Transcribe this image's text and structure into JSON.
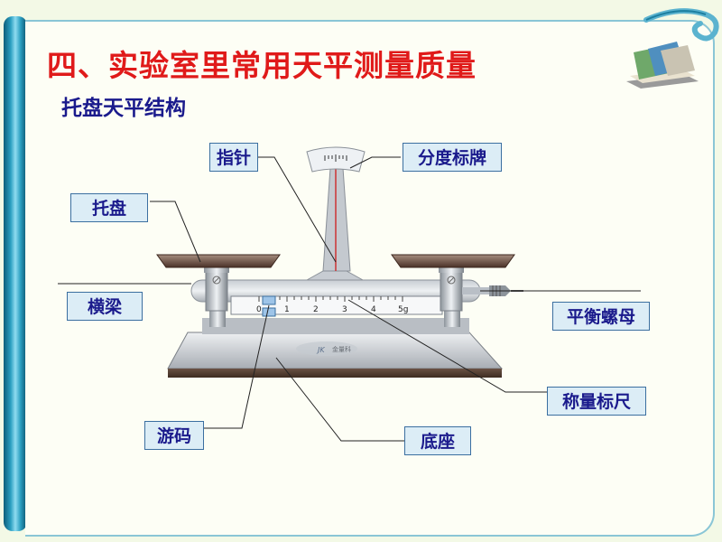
{
  "title": "四、实验室里常用天平测量质量",
  "subtitle": "托盘天平结构",
  "labels": {
    "pointer": "指针",
    "scale_plate": "分度标牌",
    "tray": "托盘",
    "beam": "横梁",
    "balance_nut": "平衡螺母",
    "rider_scale": "称量标尺",
    "rider": "游码",
    "base": "底座"
  },
  "ruler_ticks": [
    "0",
    "1",
    "2",
    "3",
    "4",
    "5g"
  ],
  "colors": {
    "title": "#e01a1a",
    "label_text": "#1a1a8c",
    "label_bg": "#dcedf6",
    "scroll": "#2b9fc1"
  }
}
